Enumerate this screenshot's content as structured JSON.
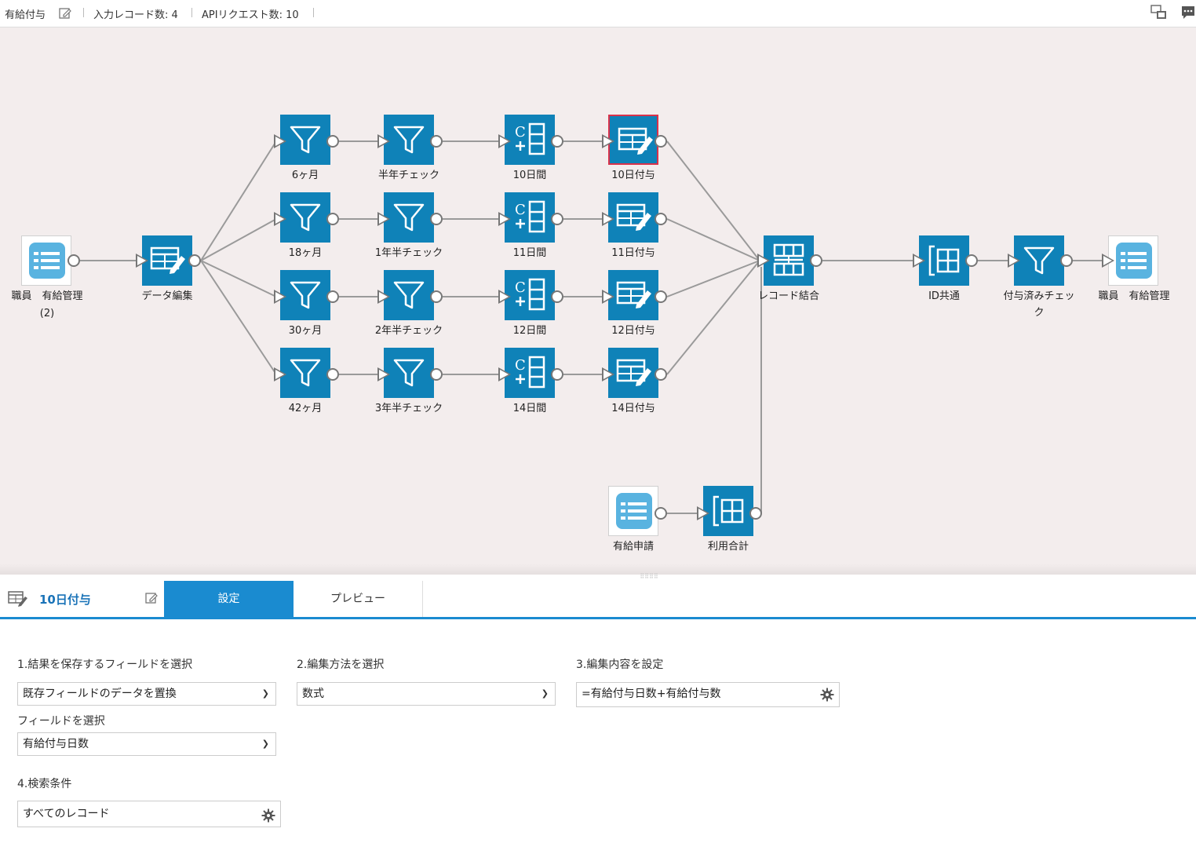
{
  "header": {
    "title": "有給付与",
    "input_records": "入力レコード数: 4",
    "api_requests": "APIリクエスト数: 10"
  },
  "flow": {
    "source_main": "職員　有給管理",
    "source_main_sub": "(2)",
    "data_edit": "データ編集",
    "row1": [
      "6ヶ月",
      "半年チェック",
      "10日間",
      "10日付与"
    ],
    "row2": [
      "18ヶ月",
      "1年半チェック",
      "11日間",
      "11日付与"
    ],
    "row3": [
      "30ヶ月",
      "2年半チェック",
      "12日間",
      "12日付与"
    ],
    "row4": [
      "42ヶ月",
      "3年半チェック",
      "14日間",
      "14日付与"
    ],
    "merge": "レコード結合",
    "id_common": "ID共通",
    "granted_check": "付与済みチェッ",
    "granted_check_2": "ク",
    "dest": "職員　有給管理",
    "leave_request": "有給申請",
    "usage_total": "利用合計"
  },
  "panel": {
    "node_title": "10日付与",
    "tab_settings": "設定",
    "tab_preview": "プレビュー",
    "step1_label": "1.結果を保存するフィールドを選択",
    "step1_value": "既存フィールドのデータを置換",
    "field_select_label": "フィールドを選択",
    "field_select_value": "有給付与日数",
    "step2_label": "2.編集方法を選択",
    "step2_value": "数式",
    "step3_label": "3.編集内容を設定",
    "step3_value": "=有給付与日数+有給付与数",
    "step4_label": "4.検索条件",
    "step4_value": "すべてのレコード"
  },
  "colors": {
    "node": "#0f82b8",
    "selected_border": "#d9324b",
    "tab_active": "#1a8bd0",
    "canvas": "#f3eded"
  }
}
